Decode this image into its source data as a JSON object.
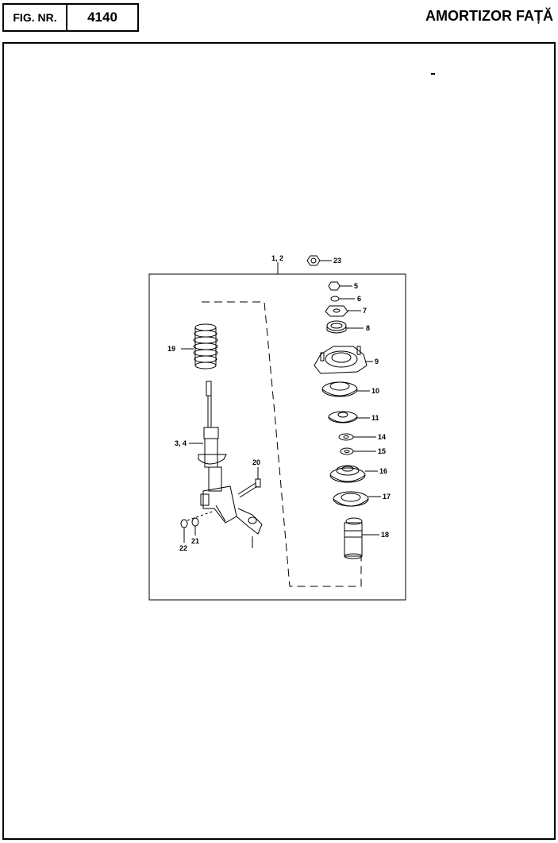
{
  "header": {
    "fig_label": "FIG. NR.",
    "fig_number": "4140",
    "title": "AMORTIZOR FAȚĂ"
  },
  "diagram": {
    "callouts": [
      {
        "id": "c12",
        "text": "1, 2"
      },
      {
        "id": "c23",
        "text": "23"
      },
      {
        "id": "c5",
        "text": "5"
      },
      {
        "id": "c6",
        "text": "6"
      },
      {
        "id": "c7",
        "text": "7"
      },
      {
        "id": "c8",
        "text": "8"
      },
      {
        "id": "c9",
        "text": "9"
      },
      {
        "id": "c10",
        "text": "10"
      },
      {
        "id": "c11",
        "text": "11"
      },
      {
        "id": "c14",
        "text": "14"
      },
      {
        "id": "c15",
        "text": "15"
      },
      {
        "id": "c16",
        "text": "16"
      },
      {
        "id": "c17",
        "text": "17"
      },
      {
        "id": "c18",
        "text": "18"
      },
      {
        "id": "c19",
        "text": "19"
      },
      {
        "id": "c34",
        "text": "3, 4"
      },
      {
        "id": "c20",
        "text": "20"
      },
      {
        "id": "c21",
        "text": "21"
      },
      {
        "id": "c22",
        "text": "22"
      }
    ]
  },
  "colors": {
    "line": "#000000",
    "background": "#ffffff"
  }
}
